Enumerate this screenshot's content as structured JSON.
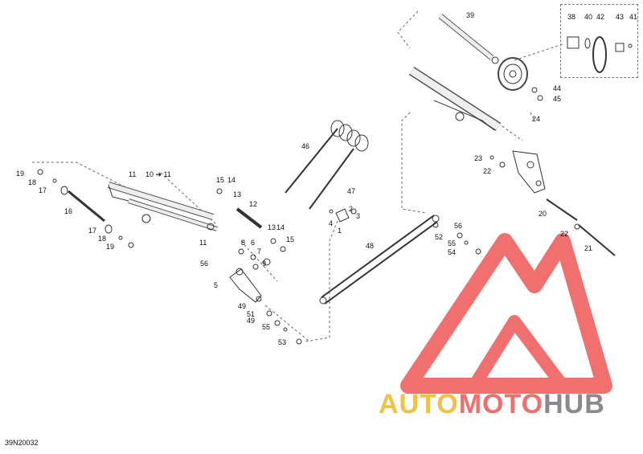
{
  "diagram": {
    "document_id": "39N20032",
    "labels": [
      "39",
      "38",
      "40",
      "42",
      "43",
      "41",
      "44",
      "45",
      "24",
      "46",
      "47",
      "23",
      "22",
      "20",
      "22",
      "21",
      "19",
      "18",
      "17",
      "16",
      "17",
      "18",
      "19",
      "11",
      "10 ➜ 11",
      "15",
      "14",
      "13",
      "12",
      "11",
      "13",
      "14",
      "15",
      "8",
      "6",
      "7",
      "9",
      "56",
      "5",
      "49",
      "51",
      "49",
      "55",
      "53",
      "2",
      "4",
      "3",
      "1",
      "48",
      "56",
      "52",
      "55",
      "54"
    ]
  },
  "watermark": {
    "text_parts": [
      "AUTO",
      "MOTO",
      "HUB"
    ],
    "colors": {
      "auto": "#f2c044",
      "moto": "#ef6f6f",
      "hub": "#8a8a8a",
      "logo": "#f07070"
    }
  }
}
